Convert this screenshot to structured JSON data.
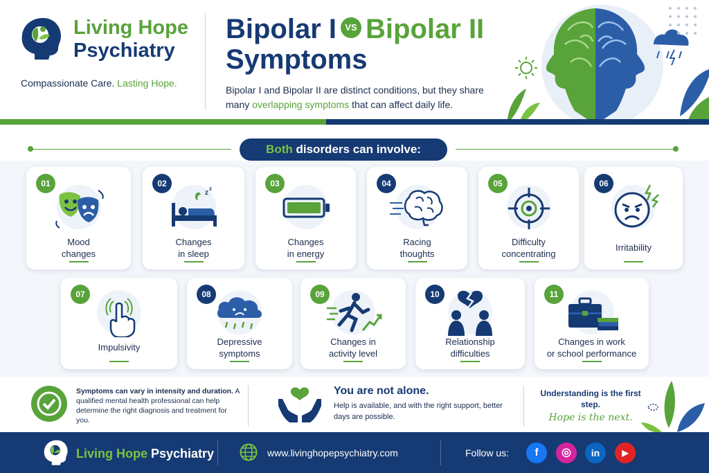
{
  "brand": {
    "line1": "Living Hope",
    "line2": "Psychiatry",
    "tagline_a": "Compassionate Care.",
    "tagline_b": "Lasting Hope."
  },
  "title": {
    "part1": "Bipolar I",
    "vs": "VS",
    "part2": "Bipolar II",
    "line2": "Symptoms"
  },
  "intro": {
    "a": "Bipolar I and Bipolar II are distinct conditions, but they share many",
    "b": "overlapping symptoms",
    "c": "that can affect daily life."
  },
  "section": {
    "a": "Both",
    "b": "disorders can involve:"
  },
  "symptoms": [
    {
      "num": "01",
      "label1": "Mood",
      "label2": "changes",
      "icon": "theater-masks-icon"
    },
    {
      "num": "02",
      "label1": "Changes",
      "label2": "in sleep",
      "icon": "bed-sleep-icon"
    },
    {
      "num": "03",
      "label1": "Changes",
      "label2": "in energy",
      "icon": "battery-icon"
    },
    {
      "num": "04",
      "label1": "Racing",
      "label2": "thoughts",
      "icon": "brain-icon"
    },
    {
      "num": "05",
      "label1": "Difficulty",
      "label2": "concentrating",
      "icon": "target-icon"
    },
    {
      "num": "06",
      "label1": "Irritability",
      "label2": "",
      "icon": "angry-face-icon"
    },
    {
      "num": "07",
      "label1": "Impulsivity",
      "label2": "",
      "icon": "tap-hand-icon"
    },
    {
      "num": "08",
      "label1": "Depressive",
      "label2": "symptoms",
      "icon": "rain-cloud-icon"
    },
    {
      "num": "09",
      "label1": "Changes in",
      "label2": "activity level",
      "icon": "running-person-icon"
    },
    {
      "num": "10",
      "label1": "Relationship",
      "label2": "difficulties",
      "icon": "broken-heart-icon"
    },
    {
      "num": "11",
      "label1": "Changes in work",
      "label2": "or school performance",
      "icon": "briefcase-books-icon"
    }
  ],
  "info": {
    "vary_bold": "Symptoms can vary in intensity and duration.",
    "vary_rest": "A qualified mental health professional can help determine the right diagnosis and treatment for you.",
    "alone_title": "You are not alone.",
    "alone_text": "Help is available, and with the right support, better days are possible.",
    "understanding": "Understanding is the first step.",
    "hope": "Hope is the next."
  },
  "footer": {
    "brand_a": "Living Hope",
    "brand_b": "Psychiatry",
    "url": "www.livinghopepsychiatry.com",
    "follow": "Follow us:",
    "social": [
      "f",
      "◎",
      "in",
      "▶"
    ]
  },
  "colors": {
    "navy": "#163a73",
    "green": "#58a33a",
    "facebook": "#1877f2",
    "instagram": "#d6249f",
    "linkedin": "#0a66c2",
    "youtube": "#e02424"
  }
}
